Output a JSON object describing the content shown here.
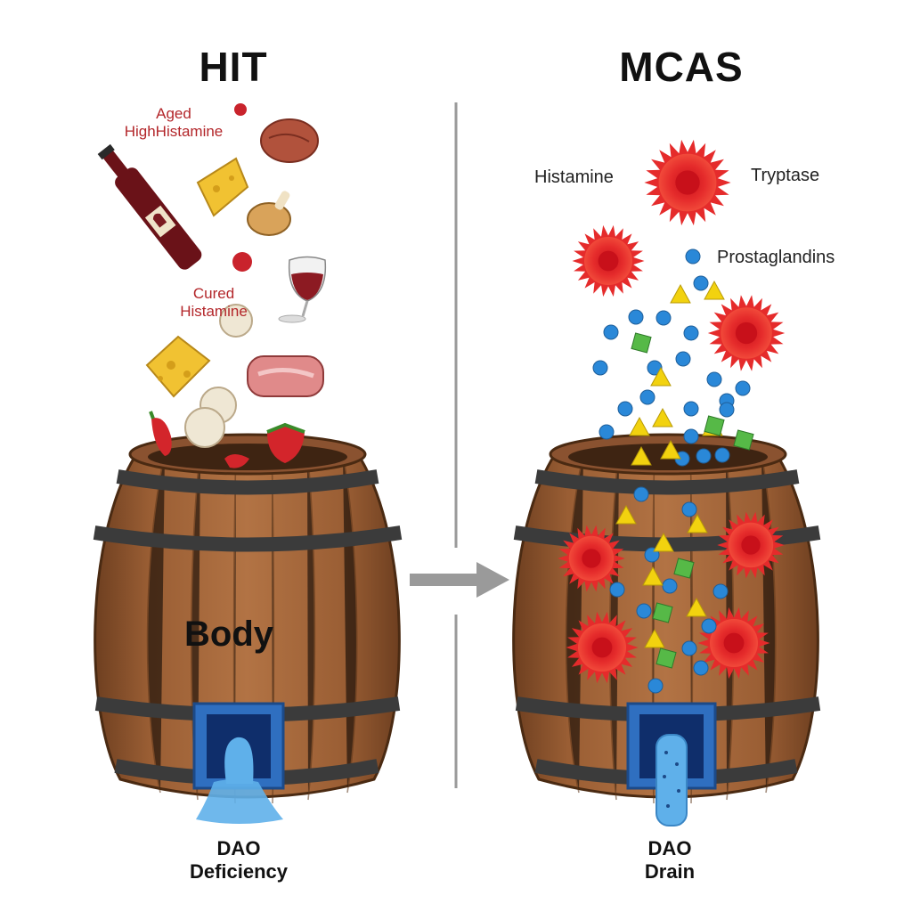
{
  "titles": {
    "left": "HIT",
    "right": "MCAS"
  },
  "left": {
    "food_labels": {
      "aged_line1": "Aged",
      "aged_line2": "HighHistamine",
      "cured_line1": "Cured",
      "cured_line2": "Histamine"
    },
    "barrel_label": "Body",
    "drain_line1": "DAO",
    "drain_line2": "Deficiency"
  },
  "right": {
    "mediator_labels": {
      "histamine": "Histamine",
      "tryptase": "Tryptase",
      "prostaglandins": "Prostaglandins"
    },
    "drain_line1": "DAO",
    "drain_line2": "Drain"
  },
  "colors": {
    "wood": "#a0643a",
    "wood_dark": "#6e3f20",
    "hoop": "#3b3b3b",
    "mast_cell": "#e52b2b",
    "histamine_dot": "#2a88d8",
    "triangle": "#f2d20f",
    "square": "#56b947",
    "drain_box": "#2f6fc0",
    "arrow": "#9a9a9a"
  }
}
